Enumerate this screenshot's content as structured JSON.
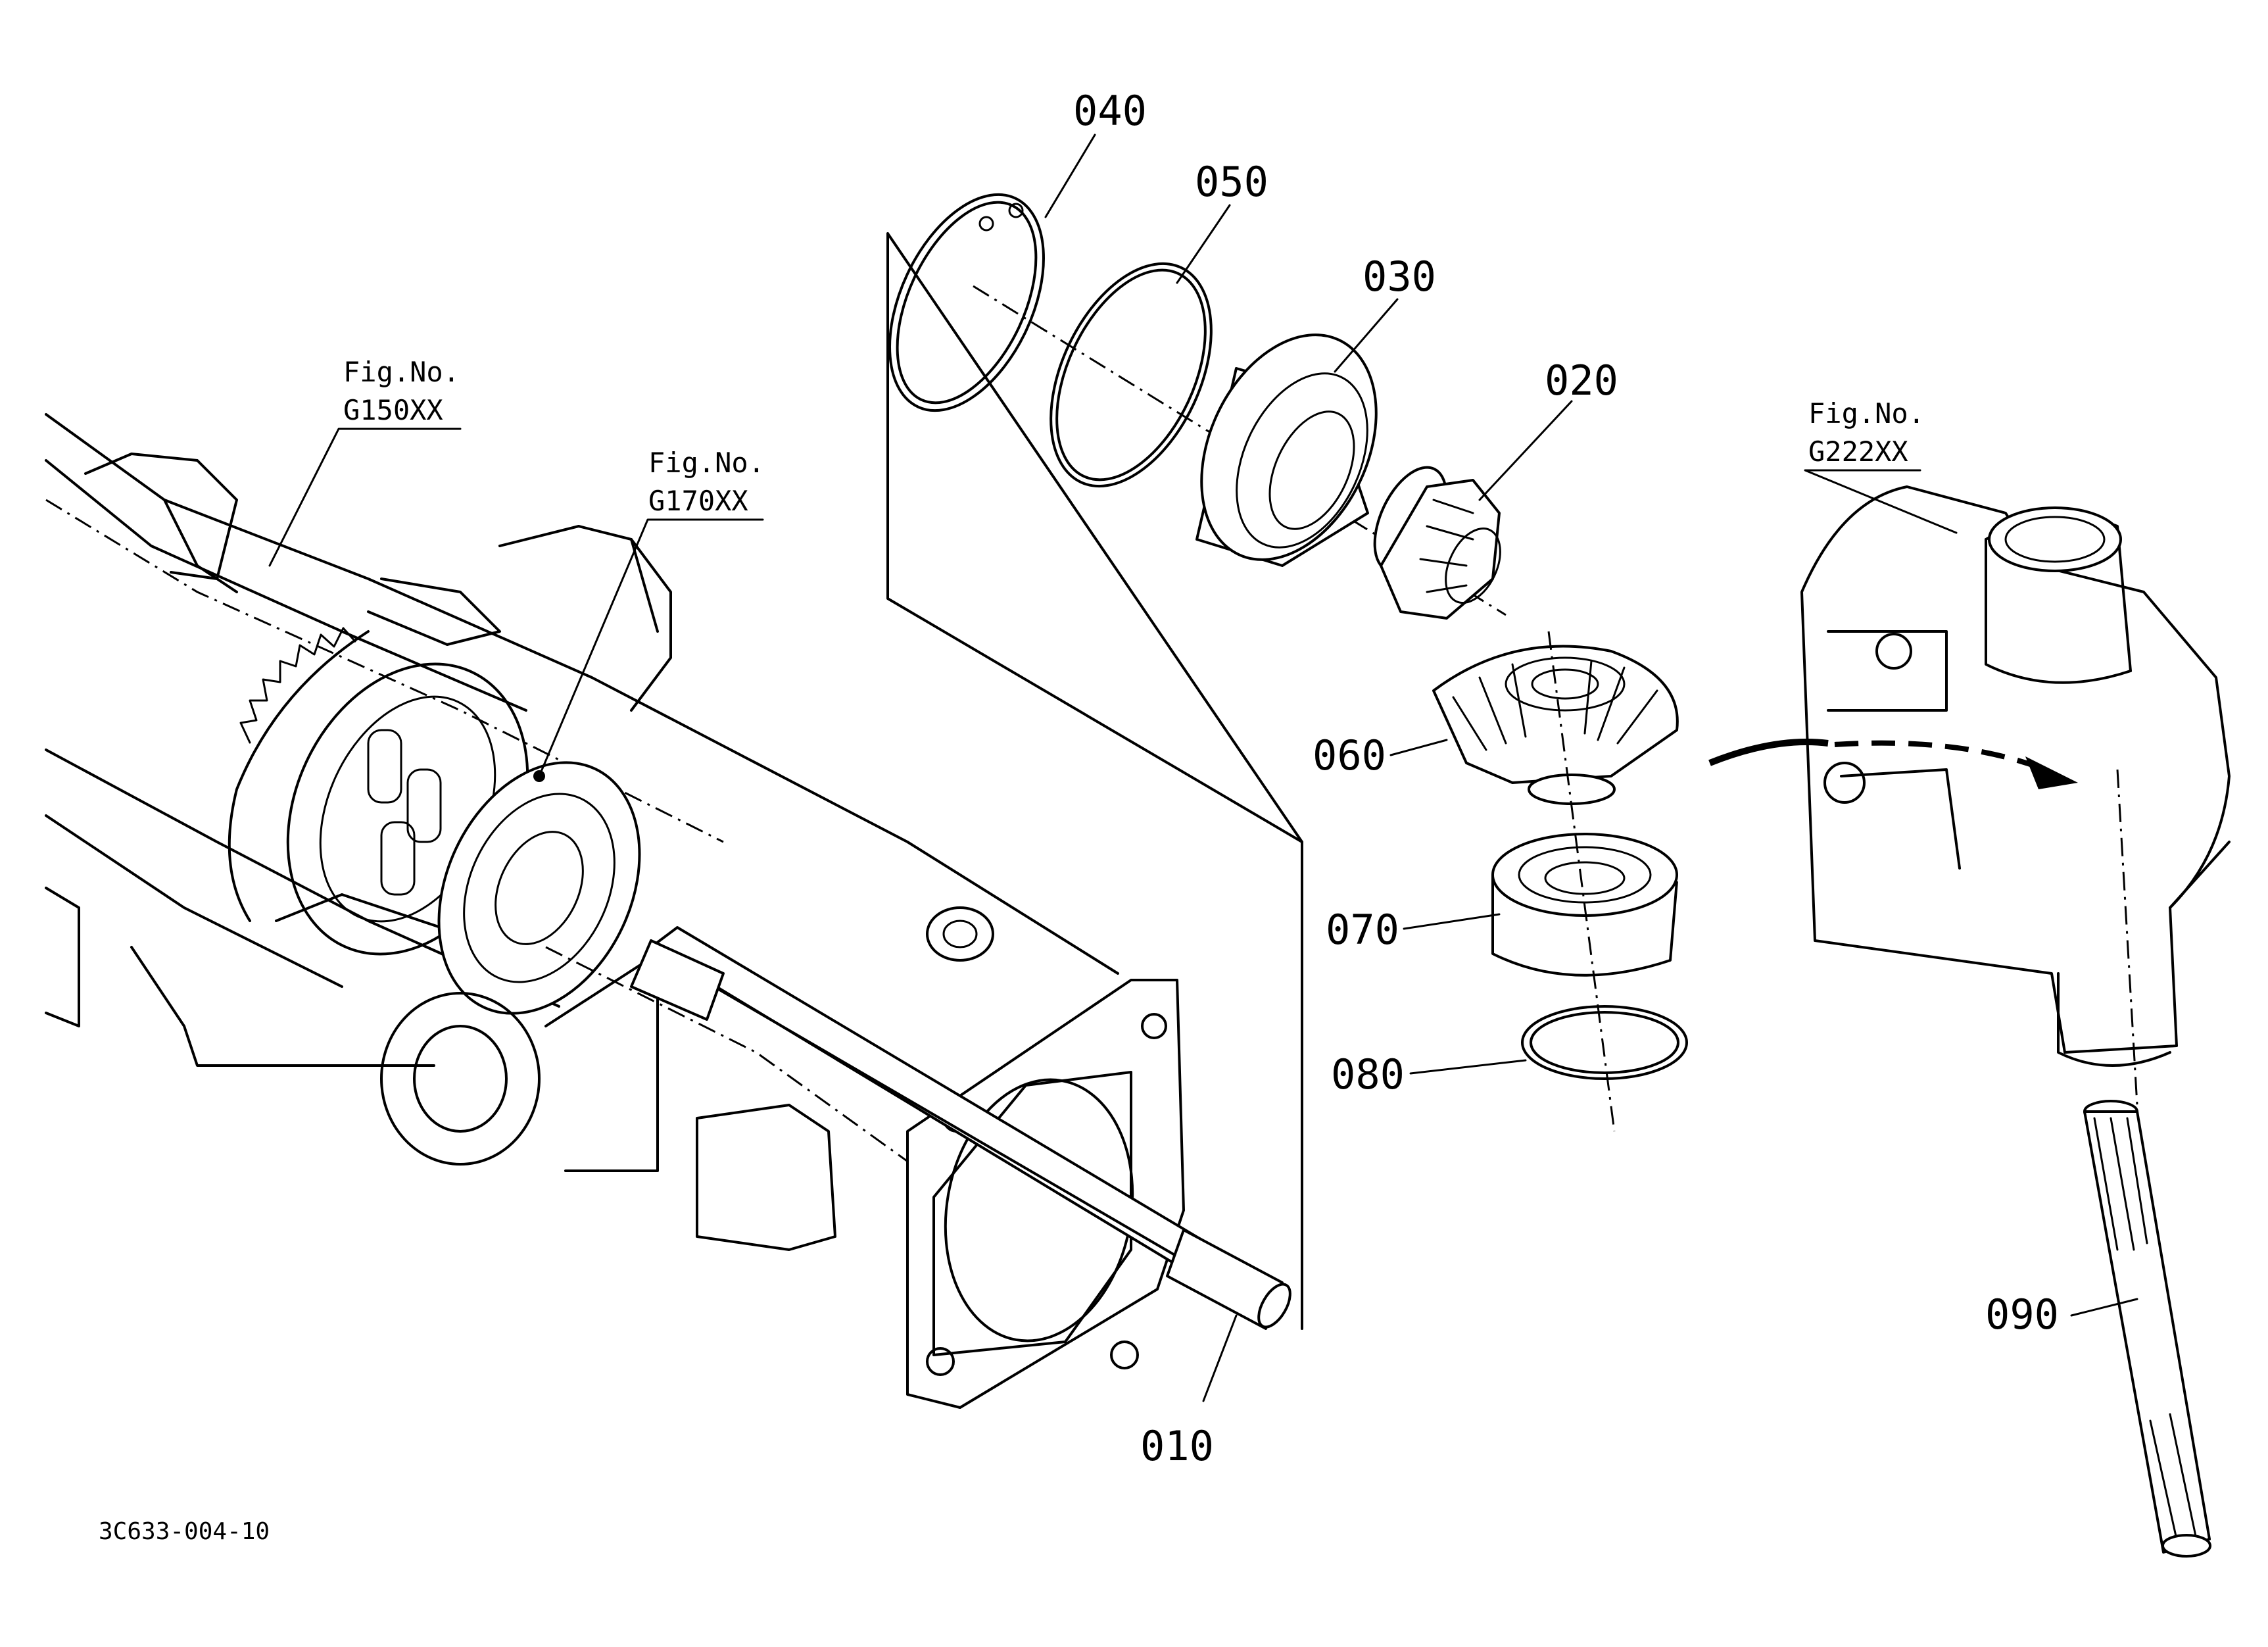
{
  "drawing": {
    "code": "3C633-004-10",
    "figure_refs": [
      {
        "id": "g150",
        "label": "Fig.No.",
        "number": "G150XX"
      },
      {
        "id": "g170",
        "label": "Fig.No.",
        "number": "G170XX"
      },
      {
        "id": "g222",
        "label": "Fig.No.",
        "number": "G222XX"
      }
    ],
    "callouts": [
      {
        "id": "010",
        "text": "010"
      },
      {
        "id": "020",
        "text": "020"
      },
      {
        "id": "030",
        "text": "030"
      },
      {
        "id": "040",
        "text": "040"
      },
      {
        "id": "050",
        "text": "050"
      },
      {
        "id": "060",
        "text": "060"
      },
      {
        "id": "070",
        "text": "070"
      },
      {
        "id": "080",
        "text": "080"
      },
      {
        "id": "090",
        "text": "090"
      }
    ]
  }
}
